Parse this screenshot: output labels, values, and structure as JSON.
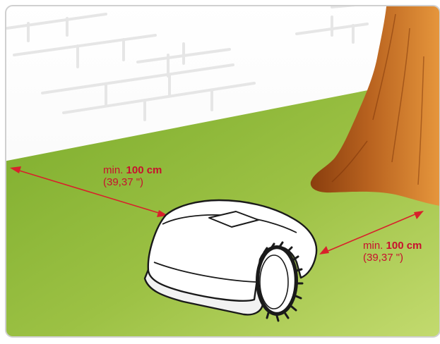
{
  "colors": {
    "wall": "#ffffff",
    "wall_line": "#e8e8e8",
    "grass_dark": "#78a82a",
    "grass_light": "#c2d96a",
    "tree_dark": "#8a3e0e",
    "tree_light": "#e3923a",
    "arrow": "#d8212b",
    "frame": "#d0d0d0"
  },
  "clearance_left": {
    "prefix": "min. ",
    "value": "100 cm",
    "imperial": "(39,37 \")"
  },
  "clearance_right": {
    "prefix": "min. ",
    "value": "100 cm",
    "imperial": "(39,37 \")"
  }
}
